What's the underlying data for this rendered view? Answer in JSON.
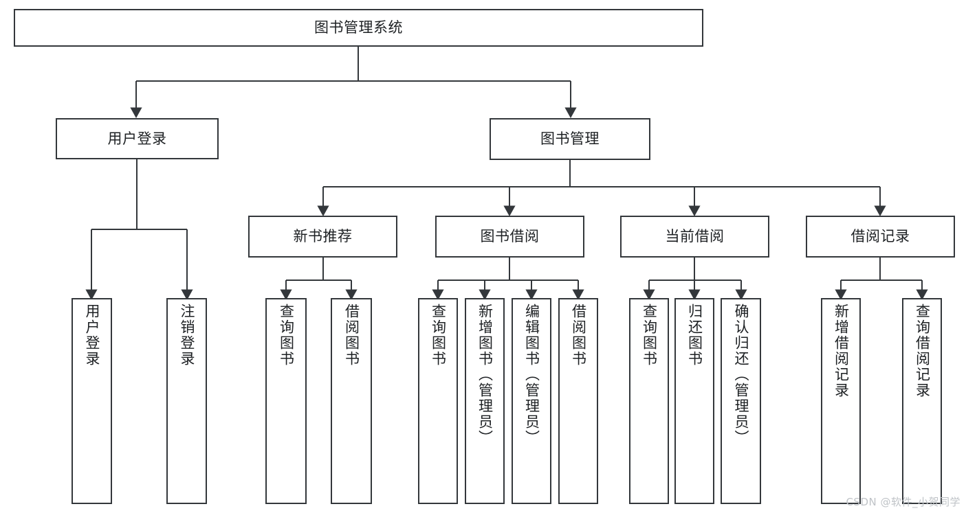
{
  "diagram": {
    "title": "图书管理系统",
    "type": "hierarchy-tree",
    "watermark": "CSDN @软件_小贺同学",
    "colors": {
      "stroke": "#33373b",
      "background": "#ffffff",
      "text": "#1d2023",
      "watermark": "#bfc3c7"
    },
    "levels": {
      "root": {
        "label": "图书管理系统"
      },
      "level2": [
        {
          "label": "用户登录"
        },
        {
          "label": "图书管理"
        }
      ],
      "level3": [
        {
          "label": "新书推荐"
        },
        {
          "label": "图书借阅"
        },
        {
          "label": "当前借阅"
        },
        {
          "label": "借阅记录"
        }
      ],
      "leaves": {
        "user_login": [
          {
            "label": "用户登录"
          },
          {
            "label": "注销登录"
          }
        ],
        "new_book_recommend": [
          {
            "label": "查询图书"
          },
          {
            "label": "借阅图书"
          }
        ],
        "book_borrow": [
          {
            "label": "查询图书"
          },
          {
            "label": "新增图书（管理员）"
          },
          {
            "label": "编辑图书（管理员）"
          },
          {
            "label": "借阅图书"
          }
        ],
        "current_borrow": [
          {
            "label": "查询图书"
          },
          {
            "label": "归还图书"
          },
          {
            "label": "确认归还（管理员）"
          }
        ],
        "borrow_record": [
          {
            "label": "新增借阅记录"
          },
          {
            "label": "查询借阅记录"
          }
        ]
      }
    }
  }
}
